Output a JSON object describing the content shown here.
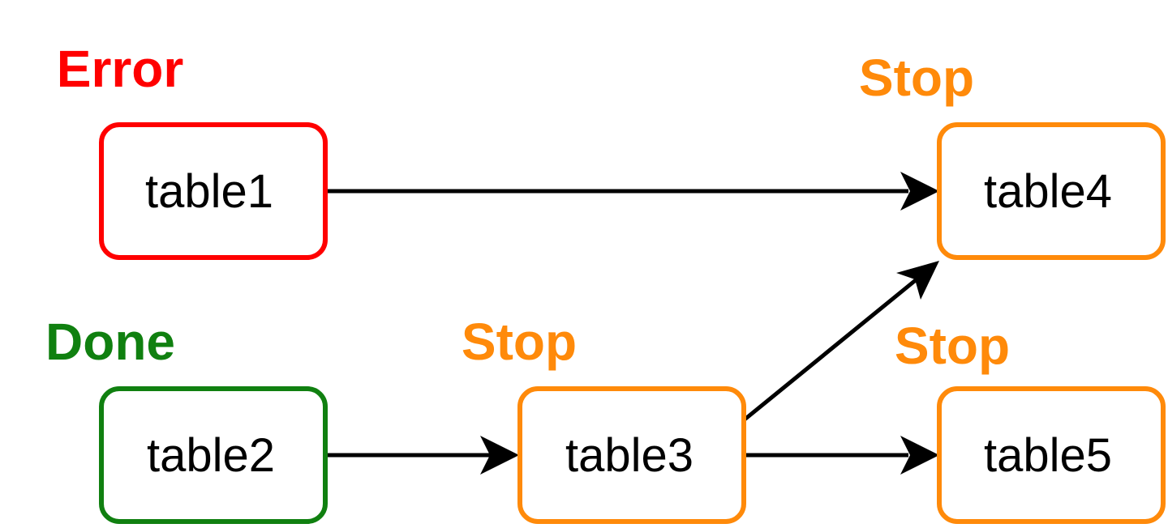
{
  "colors": {
    "error": "#ff0000",
    "done": "#108010",
    "stop": "#ff8a0a",
    "edge": "#000000",
    "node_fill": "#ffffff"
  },
  "nodes": [
    {
      "id": "table1",
      "label": "table1",
      "status": "Error",
      "status_color": "error"
    },
    {
      "id": "table2",
      "label": "table2",
      "status": "Done",
      "status_color": "done"
    },
    {
      "id": "table3",
      "label": "table3",
      "status": "Stop",
      "status_color": "stop"
    },
    {
      "id": "table4",
      "label": "table4",
      "status": "Stop",
      "status_color": "stop"
    },
    {
      "id": "table5",
      "label": "table5",
      "status": "Stop",
      "status_color": "stop"
    }
  ],
  "edges": [
    {
      "from": "table1",
      "to": "table4"
    },
    {
      "from": "table2",
      "to": "table3"
    },
    {
      "from": "table3",
      "to": "table4"
    },
    {
      "from": "table3",
      "to": "table5"
    }
  ]
}
